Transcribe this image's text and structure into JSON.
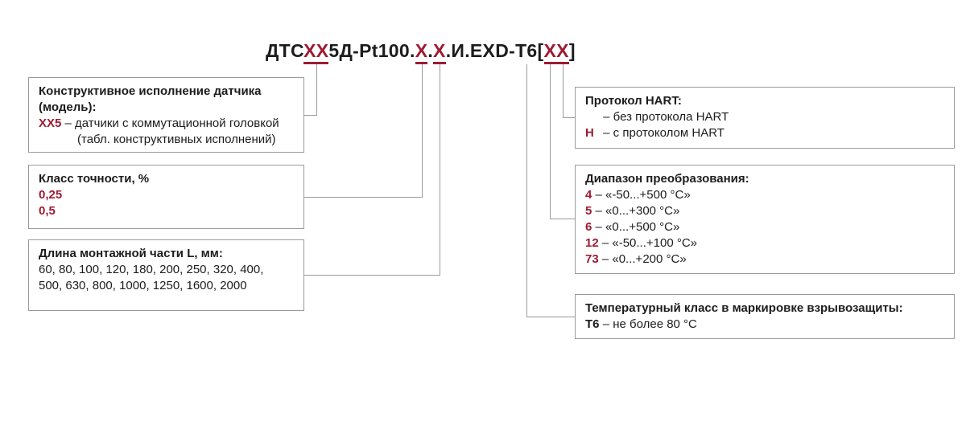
{
  "colors": {
    "accent_red": "#9e1b32",
    "text": "#1c1c1c",
    "box_border": "#9b9b9b",
    "connector_line": "#9a9a9a"
  },
  "title": {
    "s0": "ДТС",
    "s1": "ХХ",
    "s2": "5Д-Pt100.",
    "s3": "Х",
    "s4": ".",
    "s5": "Х",
    "s6": ".И.EXD-",
    "s7": "Т6",
    "s8": "[",
    "s9": "Х",
    "s10": "Х",
    "s11": "]"
  },
  "boxes": {
    "model": {
      "heading": "Конструктивное исполнение датчика (модель):",
      "code": "ХХ5",
      "desc": "– датчики с коммутационной головкой",
      "desc2": "(табл. конструктивных исполнений)"
    },
    "accuracy": {
      "heading": "Класс точности, %",
      "values": {
        "v0": "0,25",
        "v1": "0,5"
      }
    },
    "length": {
      "heading": "Длина монтажной части L, мм:",
      "line1": "60, 80, 100, 120, 180, 200, 250, 320, 400,",
      "line2": "500, 630, 800, 1000, 1250, 1600, 2000"
    },
    "hart": {
      "heading": "Протокол HART:",
      "row1_code": "",
      "row1_desc": "– без протокола HART",
      "row2_code": "Н",
      "row2_desc": "– с протоколом HART"
    },
    "range": {
      "heading": "Диапазон преобразования:",
      "items": [
        {
          "code": "4",
          "desc": "– «-50...+500 °С»"
        },
        {
          "code": "5",
          "desc": "– «0...+300 °С»"
        },
        {
          "code": "6",
          "desc": "– «0...+500 °С»"
        },
        {
          "code": "12",
          "desc": "– «-50...+100 °С»"
        },
        {
          "code": "73",
          "desc": "– «0...+200 °С»"
        }
      ]
    },
    "tempclass": {
      "heading": "Температурный класс в маркировке взрывозащиты:",
      "code": "Т6",
      "desc": "– не более 80 °С"
    }
  }
}
